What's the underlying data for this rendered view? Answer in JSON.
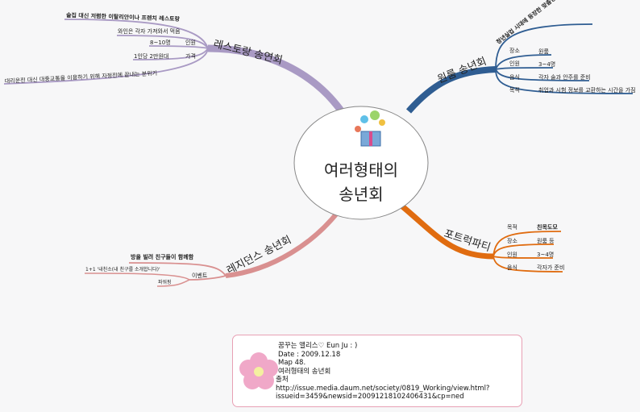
{
  "center": {
    "line1": "여러형태의",
    "line2": "송년회",
    "icon": "gift-party-icon"
  },
  "colors": {
    "restaurant": "#a99ac4",
    "oneroom": "#2f5d92",
    "potluck": "#e06c10",
    "residence": "#d99090",
    "note_border": "#e8a0b4"
  },
  "restaurant": {
    "title": "레스토랑 송연회",
    "items": [
      {
        "text": "술집 대신 저렴한 이탈리안이나 프렌치 레스토랑"
      },
      {
        "text": "와인은 각자 가져와서 먹음"
      },
      {
        "label": "인원",
        "value": "8~10명"
      },
      {
        "label": "가격",
        "value": "1인당 2만원대"
      },
      {
        "text": "대리운전 대신 대중교통을 이용하기 위해 자정전에 끝내는 분위기"
      }
    ]
  },
  "oneroom": {
    "title": "원룸 송년회",
    "top": "청년실업 시대에 등장한 맞춤형 송년회",
    "items": [
      {
        "label": "장소",
        "value": "원룸"
      },
      {
        "label": "인원",
        "value": "3~4명"
      },
      {
        "label": "음식",
        "value": "각자 술과 안주를 준비"
      },
      {
        "label": "목적",
        "value": "취업과 시험 정보를 교환하는 시간을 가짐"
      }
    ]
  },
  "potluck": {
    "title": "포트럭파티",
    "items": [
      {
        "label": "목적",
        "value": "친목도모"
      },
      {
        "label": "장소",
        "value": "원룸 등"
      },
      {
        "label": "인원",
        "value": "3~4명"
      },
      {
        "label": "음식",
        "value": "각자가 준비"
      }
    ]
  },
  "residence": {
    "title": "레지던스 송년회",
    "top": "방을 빌려 친구들이 함께함",
    "event": "이벤트",
    "event_items": [
      "1+1 '내친소(내 친구를 소개합니다)'",
      "파워핑"
    ]
  },
  "note": {
    "lines": [
      "꿈꾸는 앨리스♡ Eun Ju : )",
      "Date : 2009.12.18",
      "Map 48.",
      "여러형태의 송년회",
      "출처",
      "http://issue.media.daum.net/society/0819_Working/view.html?",
      "issueid=3459&newsid=20091218102406431&cp=ned"
    ]
  }
}
